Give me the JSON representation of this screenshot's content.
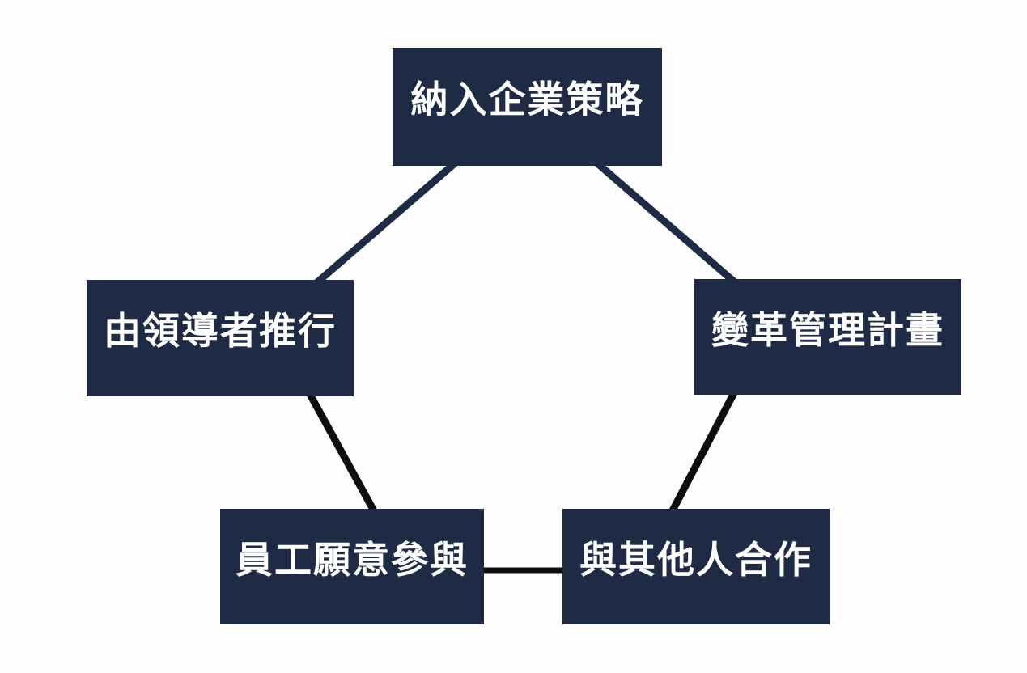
{
  "diagram": {
    "colors": {
      "background": "#fefefe",
      "node_fill": "#1f2a44",
      "node_text": "#ffffff",
      "connector_navy": "#1f2a44",
      "connector_black": "#0e0e0e"
    },
    "nodes": [
      {
        "id": "strategy",
        "position": "top",
        "label": "納入企業策略"
      },
      {
        "id": "leaders",
        "position": "middle-left",
        "label": "由領導者推行"
      },
      {
        "id": "change-plan",
        "position": "middle-right",
        "label": "變革管理計畫"
      },
      {
        "id": "employees",
        "position": "bottom-left",
        "label": "員工願意參與"
      },
      {
        "id": "collaborate",
        "position": "bottom-right",
        "label": "與其他人合作"
      }
    ],
    "connections": [
      {
        "from": "strategy",
        "to": "leaders"
      },
      {
        "from": "strategy",
        "to": "change-plan"
      },
      {
        "from": "leaders",
        "to": "employees"
      },
      {
        "from": "change-plan",
        "to": "collaborate"
      },
      {
        "from": "employees",
        "to": "collaborate"
      }
    ]
  }
}
